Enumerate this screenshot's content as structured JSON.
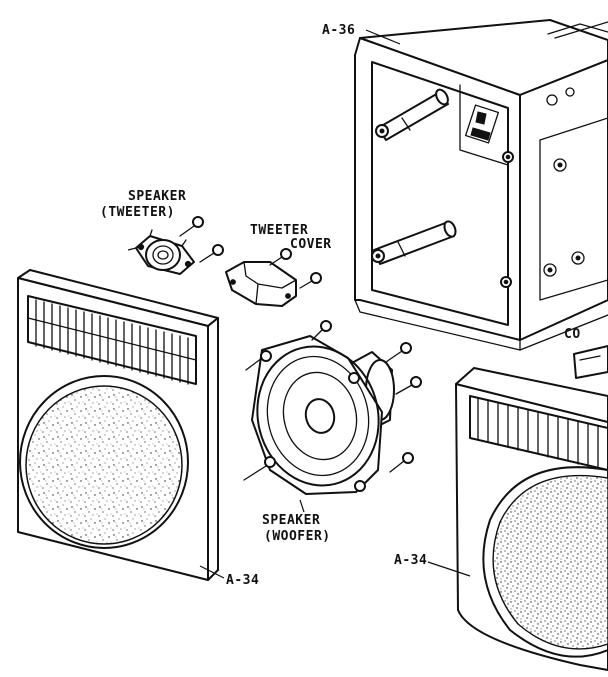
{
  "labels": {
    "a36": "A-36",
    "tweeter_line1": "SPEAKER",
    "tweeter_line2": "(TWEETER)",
    "tweeter_cover_line1": "TWEETER",
    "tweeter_cover_line2": "COVER",
    "woofer_line1": "SPEAKER",
    "woofer_line2": "(WOOFER)",
    "a34_left": "A-34",
    "a34_right": "A-34",
    "cover_cut": "CO"
  }
}
